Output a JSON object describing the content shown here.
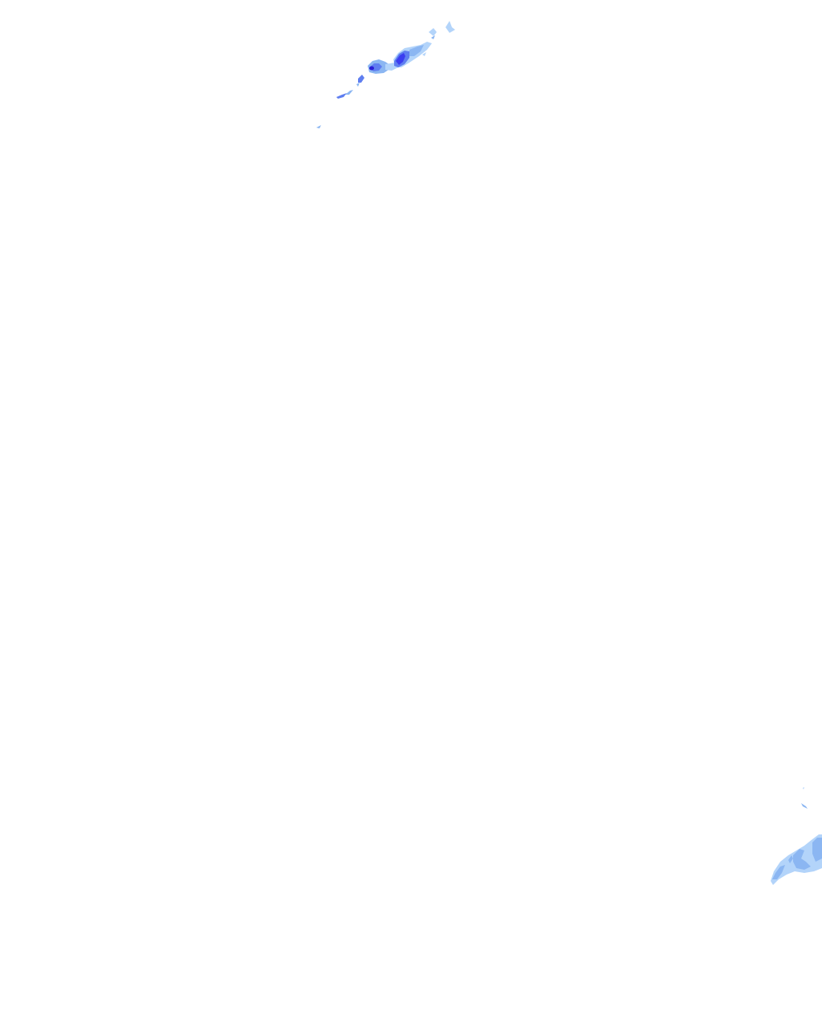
{
  "map": {
    "background": "#ffffff",
    "layer": "precipitation-radar",
    "palette": {
      "light": "#b3d4fa",
      "medium": "#8bb6f2",
      "strong": "#5f7ef0",
      "intense": "#3b3df0",
      "core": "#2a1fd6"
    },
    "cells": [
      {
        "name": "echo-band-north",
        "intensity": "medium"
      },
      {
        "name": "echo-band-southeast",
        "intensity": "light"
      }
    ]
  }
}
